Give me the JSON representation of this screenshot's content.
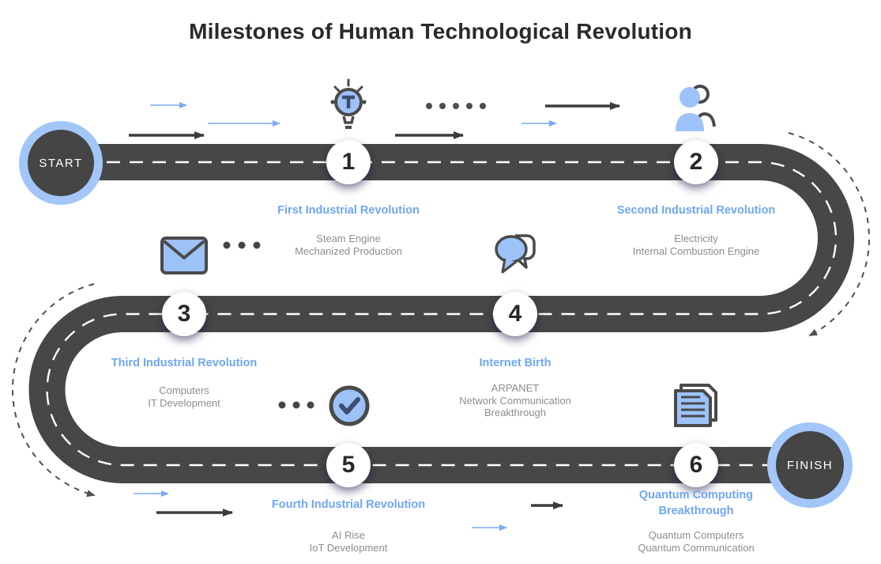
{
  "title": "Milestones of Human Technological Revolution",
  "road": {
    "start_label": "START",
    "finish_label": "FINISH"
  },
  "milestones": [
    {
      "number": "1",
      "icon": "lightbulb-icon",
      "title": "First Industrial Revolution",
      "description": "Steam Engine\nMechanized Production"
    },
    {
      "number": "2",
      "icon": "people-icon",
      "title": "Second Industrial Revolution",
      "description": "Electricity\nInternal Combustion Engine"
    },
    {
      "number": "3",
      "icon": "envelope-icon",
      "title": "Third Industrial Revolution",
      "description": "Computers\nIT Development"
    },
    {
      "number": "4",
      "icon": "chat-bubbles-icon",
      "title": "Internet Birth",
      "description": "ARPANET\nNetwork Communication\nBreakthrough"
    },
    {
      "number": "5",
      "icon": "check-circle-icon",
      "title": "Fourth Industrial Revolution",
      "description": "AI Rise\nIoT Development"
    },
    {
      "number": "6",
      "icon": "documents-icon",
      "title": "Quantum Computing\nBreakthrough",
      "description": "Quantum Computers\nQuantum Communication"
    }
  ],
  "colors": {
    "accent_blue": "#6fa6f3",
    "icon_blue": "#9cc2f8",
    "ring_blue": "#a2c6f8",
    "road_gray": "#474747",
    "circle_dark": "#454545",
    "text_dark": "#2a2a2a",
    "text_gray": "#8d8d8d"
  }
}
